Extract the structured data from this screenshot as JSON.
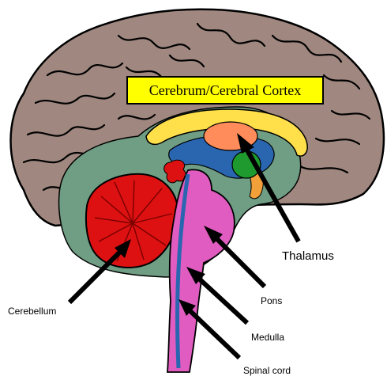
{
  "title": "Cerebrum/Cerebral Cortex",
  "labels": {
    "thalamus": "Thalamus",
    "pons": "Pons",
    "medulla": "Medulla",
    "spinal_cord": "Spinal cord",
    "cerebellum": "Cerebellum"
  },
  "colors": {
    "cortex": "#a08880",
    "brainstem_region": "#6f9e84",
    "corpus_callosum": "#ffe04a",
    "ventricle": "#2a66b0",
    "thalamus": "#ff8c5a",
    "hypothalamus": "#1f9a2e",
    "cerebellum": "#dd1111",
    "brainstem": "#e05cc0",
    "title_box": "#ffff00"
  }
}
